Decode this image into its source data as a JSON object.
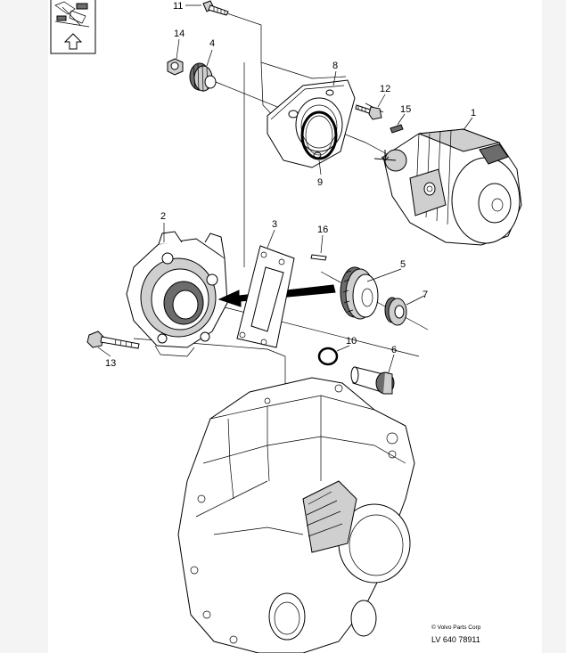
{
  "callouts": {
    "c1": "1",
    "c2": "2",
    "c3": "3",
    "c4": "4",
    "c5": "5",
    "c6": "6",
    "c7": "7",
    "c8": "8",
    "c9": "9",
    "c10": "10",
    "c11": "11",
    "c12": "12",
    "c13": "13",
    "c14": "14",
    "c15": "15",
    "c16": "16"
  },
  "footer": {
    "copyright": "© Volvo Parts Corp",
    "reference": "LV 640 78911"
  },
  "icons": {
    "orientation": "up-arrow-icon",
    "thumbnail": "assembly-thumbnail-icon"
  },
  "colors": {
    "line": "#000000",
    "fill_shade": "#cfcfcf",
    "fill_dark": "#6c6c6c",
    "background": "#ffffff"
  }
}
